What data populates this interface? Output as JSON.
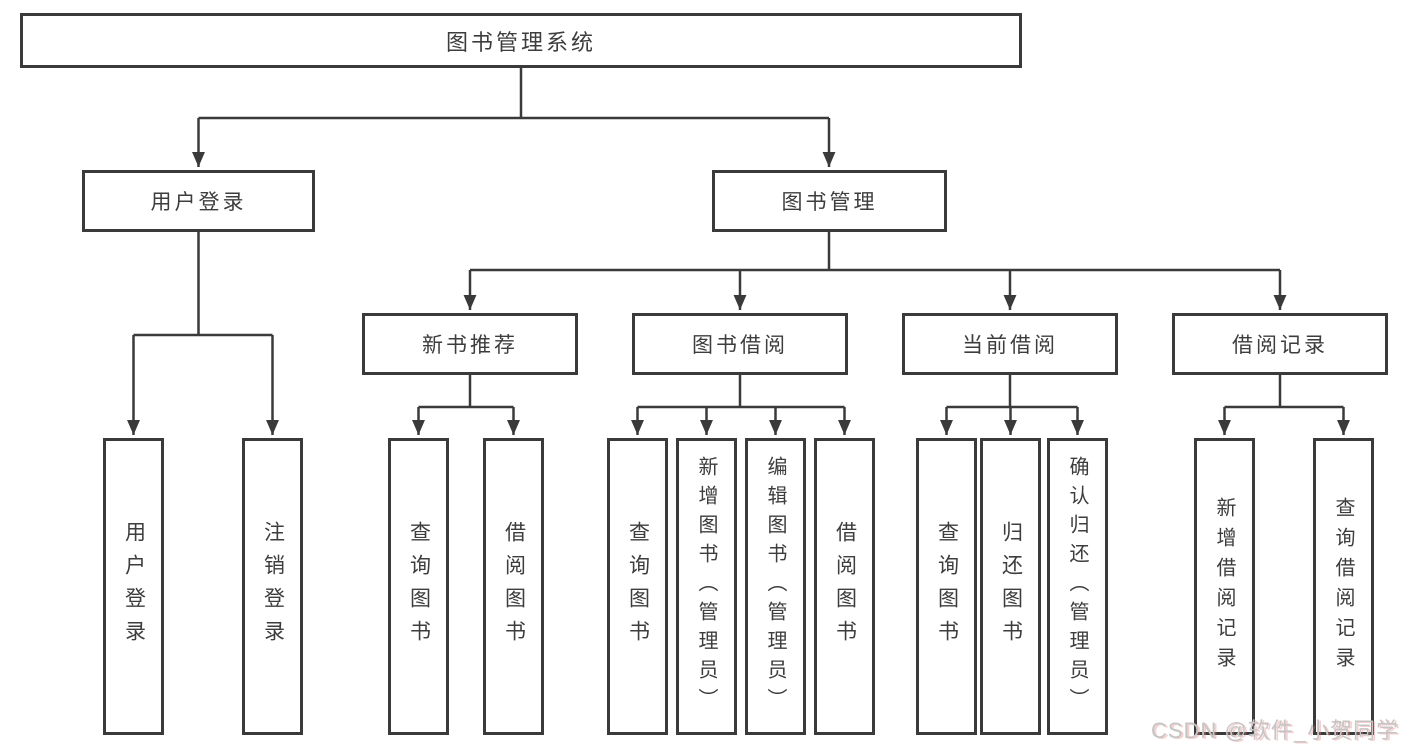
{
  "colors": {
    "line": "#3a3a3a",
    "border": "#3a3a3a",
    "text": "#3d3d3d",
    "background": "#ffffff",
    "watermark": "#c5c5c5"
  },
  "tree": {
    "root": "图书管理系统",
    "user_login": {
      "label": "用户登录",
      "children": [
        "用户登录",
        "注销登录"
      ]
    },
    "book_mgmt": {
      "label": "图书管理",
      "children": {
        "new_books": {
          "label": "新书推荐",
          "children": [
            "查询图书",
            "借阅图书"
          ]
        },
        "book_borrow": {
          "label": "图书借阅",
          "children": [
            "查询图书",
            "新增图书（管理员）",
            "编辑图书（管理员）",
            "借阅图书"
          ]
        },
        "current_borrow": {
          "label": "当前借阅",
          "children": [
            "查询图书",
            "归还图书",
            "确认归还（管理员）"
          ]
        },
        "borrow_records": {
          "label": "借阅记录",
          "children": [
            "新增借阅记录",
            "查询借阅记录"
          ]
        }
      }
    }
  },
  "watermark": "CSDN @软件_小贺同学"
}
